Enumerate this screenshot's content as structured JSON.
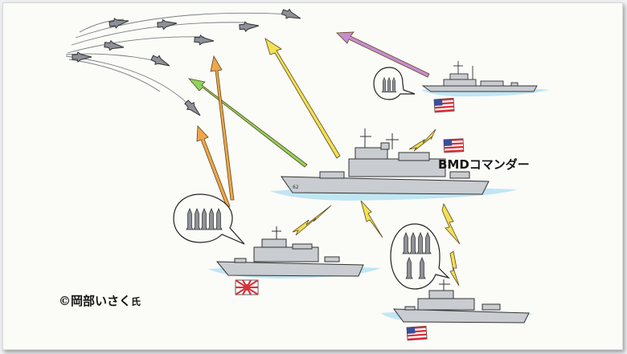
{
  "labels": {
    "commander": "BMDコマンダー",
    "credit": "©岡部いさく",
    "credit_suffix": "氏"
  },
  "flags": [
    "us-flag",
    "us-flag",
    "japan-rising-sun-flag",
    "us-flag"
  ],
  "colors": {
    "hull": "#c9ccd0",
    "sea": "#b6e1f0",
    "arrow_yellow": "#f3e055",
    "arrow_orange": "#f0a64a",
    "arrow_green": "#8fd35e",
    "arrow_purple": "#c78ccf",
    "missile": "#8d9096"
  }
}
